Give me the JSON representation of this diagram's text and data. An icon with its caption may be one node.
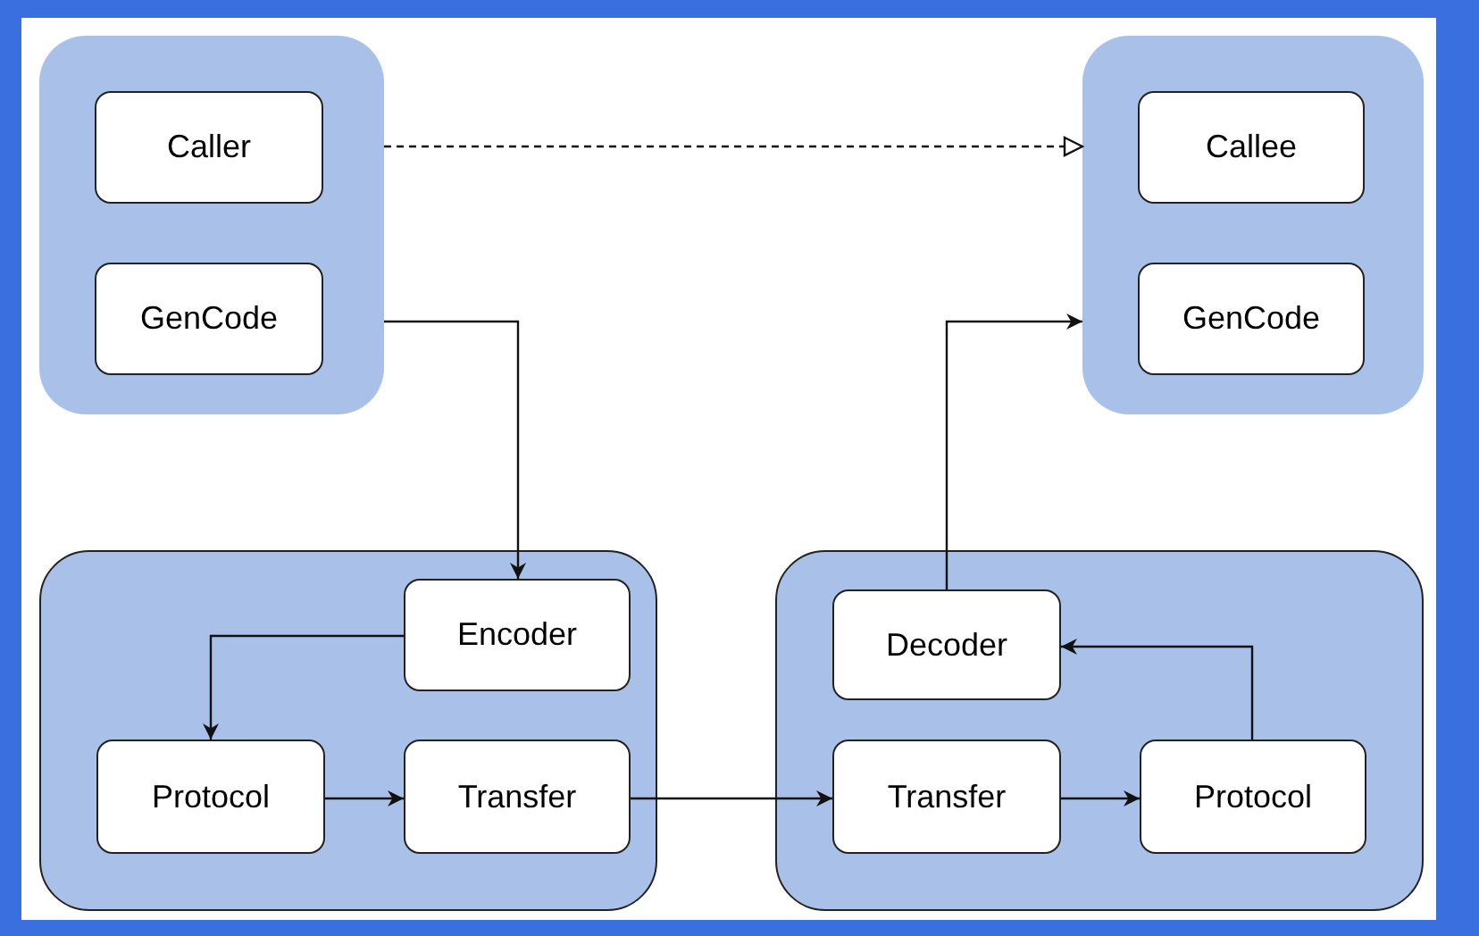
{
  "diagram": {
    "nodes": [
      {
        "text": [],
        "shape": "box"
      },
      {
        "text": [
          "Caller"
        ],
        "in": 0
      },
      {
        "text": [
          "GenCode"
        ],
        "in": 0
      },
      {
        "text": [],
        "shape": "box"
      },
      {
        "text": [
          "Callee"
        ],
        "in": 3
      },
      {
        "text": [
          "GenCode"
        ],
        "in": 3
      },
      {
        "text": [],
        "shape": "box"
      },
      {
        "text": [
          "Encoder"
        ],
        "in": 6
      },
      {
        "text": [
          "Protocol"
        ],
        "in": 6
      },
      {
        "text": [
          "Transfer"
        ],
        "in": 6
      },
      {
        "text": [],
        "shape": "box"
      },
      {
        "text": [
          "Decoder"
        ],
        "in": 10
      },
      {
        "text": [
          "Transfer"
        ],
        "in": 10
      },
      {
        "text": [
          "Protocol"
        ],
        "in": 10
      }
    ],
    "edges": [
      {
        "from": 0,
        "to": 3,
        "arrow": "to",
        "style": "dashed"
      },
      {
        "from": 0,
        "to": 7,
        "arrow": "to"
      },
      {
        "from": 7,
        "to": 8,
        "arrow": "to"
      },
      {
        "from": 8,
        "to": 9,
        "arrow": "to"
      },
      {
        "from": 9,
        "to": 12,
        "arrow": "to"
      },
      {
        "from": 12,
        "to": 13,
        "arrow": "to"
      },
      {
        "from": 13,
        "to": 11,
        "arrow": "to"
      },
      {
        "from": 11,
        "to": 3,
        "arrow": "to"
      }
    ]
  }
}
